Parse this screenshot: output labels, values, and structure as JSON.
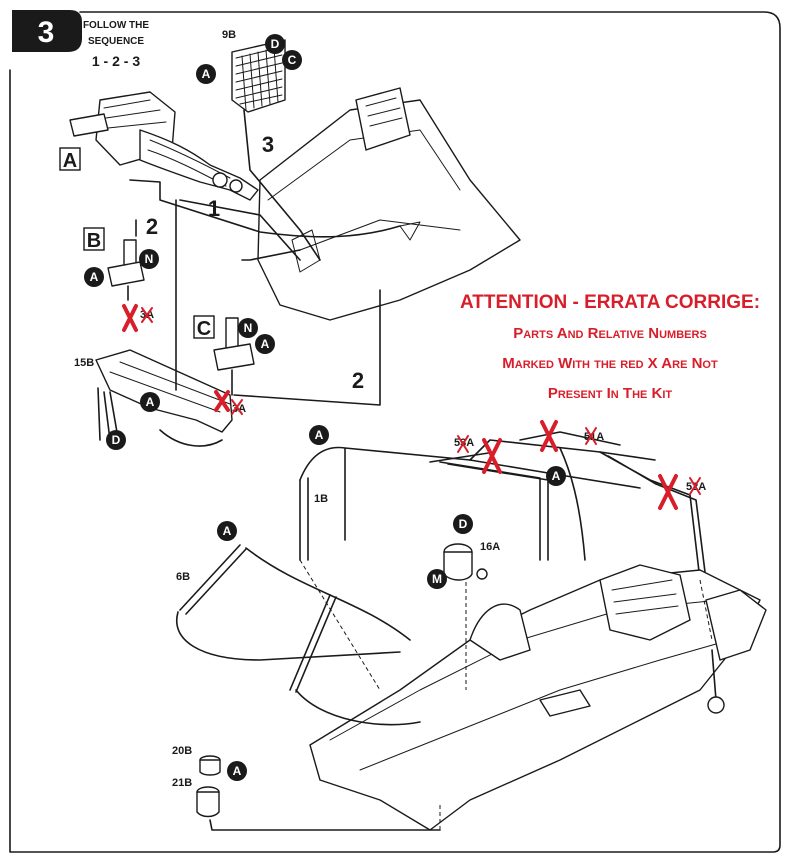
{
  "step": {
    "number": "3",
    "instruction_line1": "FOLLOW THE",
    "instruction_line2": "SEQUENCE",
    "sequence": "1 - 2 - 3"
  },
  "errata": {
    "heading": "ATTENTION - ERRATA CORRIGE:",
    "line1": "Parts And Relative Numbers",
    "line2": "Marked With the red X Are Not",
    "line3": "Present In The Kit",
    "color": "#d81e2a"
  },
  "assembly_labels": {
    "box_a": "A",
    "box_b": "B",
    "box_c": "C",
    "seq_1": "1",
    "seq_2_upper": "2",
    "seq_2_lower": "2",
    "seq_3": "3"
  },
  "callouts": {
    "a": "A",
    "c": "C",
    "d": "D",
    "m": "M",
    "n": "N"
  },
  "part_numbers": {
    "p9b": "9B",
    "p15b": "15B",
    "p3a_b": "3A",
    "p3a_c": "3A",
    "p1b": "1B",
    "p6b": "6B",
    "p16a": "16A",
    "p20b": "20B",
    "p21b": "21B",
    "p53a": "53A",
    "p51a": "51A",
    "p52a": "52A"
  }
}
